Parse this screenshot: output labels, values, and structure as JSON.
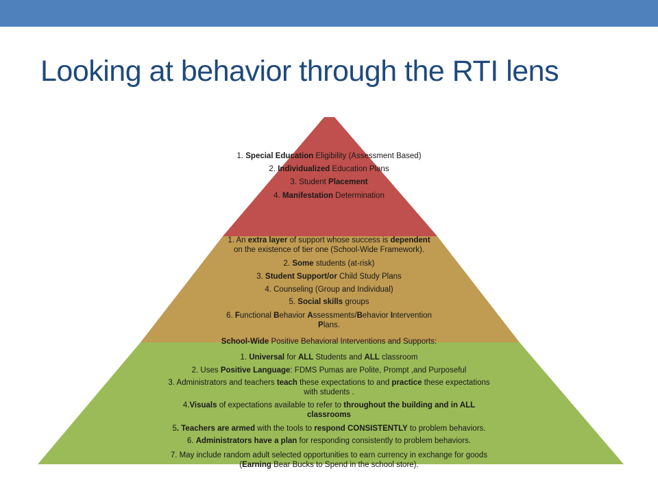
{
  "title": "Looking at behavior through the RTI lens",
  "colors": {
    "header_bar": "#4f81bd",
    "title": "#1f497d",
    "tier3": "#c0504d",
    "tier2": "#c09b52",
    "tier1": "#9bbb59"
  },
  "tiers": {
    "top": {
      "lines": [
        [
          "1. ",
          {
            "b": "Special Education"
          },
          " Eligibility (Assessment Based)"
        ],
        [
          "2. ",
          {
            "b": "Individualized"
          },
          " Education Plans"
        ],
        [
          "3. Student ",
          {
            "b": "Placement"
          }
        ],
        [
          "4. ",
          {
            "b": "Manifestation"
          },
          " Determination"
        ]
      ]
    },
    "middle": {
      "lines": [
        [
          "1. An ",
          {
            "b": "extra layer"
          },
          " of support whose success is ",
          {
            "b": "dependent"
          }
        ],
        [
          "on the existence of tier one (School-Wide Framework)."
        ],
        [
          "2.   ",
          {
            "b": "Some"
          },
          " students (at-risk)"
        ],
        [
          "3. ",
          {
            "b": "Student Support/or"
          },
          " Child Study Plans"
        ],
        [
          "4. Counseling  (Group and Individual)"
        ],
        [
          "5. ",
          {
            "b": "Social skills"
          },
          " groups"
        ],
        [
          "6. ",
          {
            "b": "F"
          },
          "unctional ",
          {
            "b": "B"
          },
          "ehavior ",
          {
            "b": "A"
          },
          "ssessments/",
          {
            "b": "B"
          },
          "ehavior ",
          {
            "b": "I"
          },
          "ntervention"
        ],
        [
          {
            "b": "P"
          },
          "lans."
        ]
      ]
    },
    "bottom": {
      "lines": [
        [
          {
            "b": "School-Wide"
          },
          " Positive Behavioral Interventions and Supports:"
        ],
        [
          "1. ",
          {
            "b": "Universal"
          },
          "  for ",
          {
            "b": "ALL"
          },
          " Students and ",
          {
            "b": "ALL"
          },
          " classroom"
        ],
        [
          "2.  Uses ",
          {
            "b": "Positive Language"
          },
          ":   FDMS Pumas are Polite, Prompt ,and Purposeful"
        ],
        [
          "3. Administrators and teachers ",
          {
            "b": "teach"
          },
          " these expectations to and ",
          {
            "b": "practice"
          },
          " these expectations"
        ],
        [
          "with students ."
        ],
        [
          "4.",
          {
            "b": "Visuals"
          },
          " of  expectations available to refer to ",
          {
            "b": "throughout the building and in ALL"
          }
        ],
        [
          {
            "b": "classrooms"
          }
        ],
        [
          "5",
          {
            "b": ". Teachers are armed"
          },
          " with the tools to ",
          {
            "b": "respond CONSISTENTLY"
          },
          " to problem behaviors."
        ],
        [
          "6. ",
          {
            "b": "Administrators  have a plan"
          },
          " for responding consistently to problem behaviors."
        ],
        [
          "7. May include  random  adult selected opportunities to earn currency   in exchange for goods"
        ],
        [
          "(",
          {
            "b": "Earning"
          },
          " Bear Bucks to Spend in the school store)."
        ]
      ]
    }
  }
}
